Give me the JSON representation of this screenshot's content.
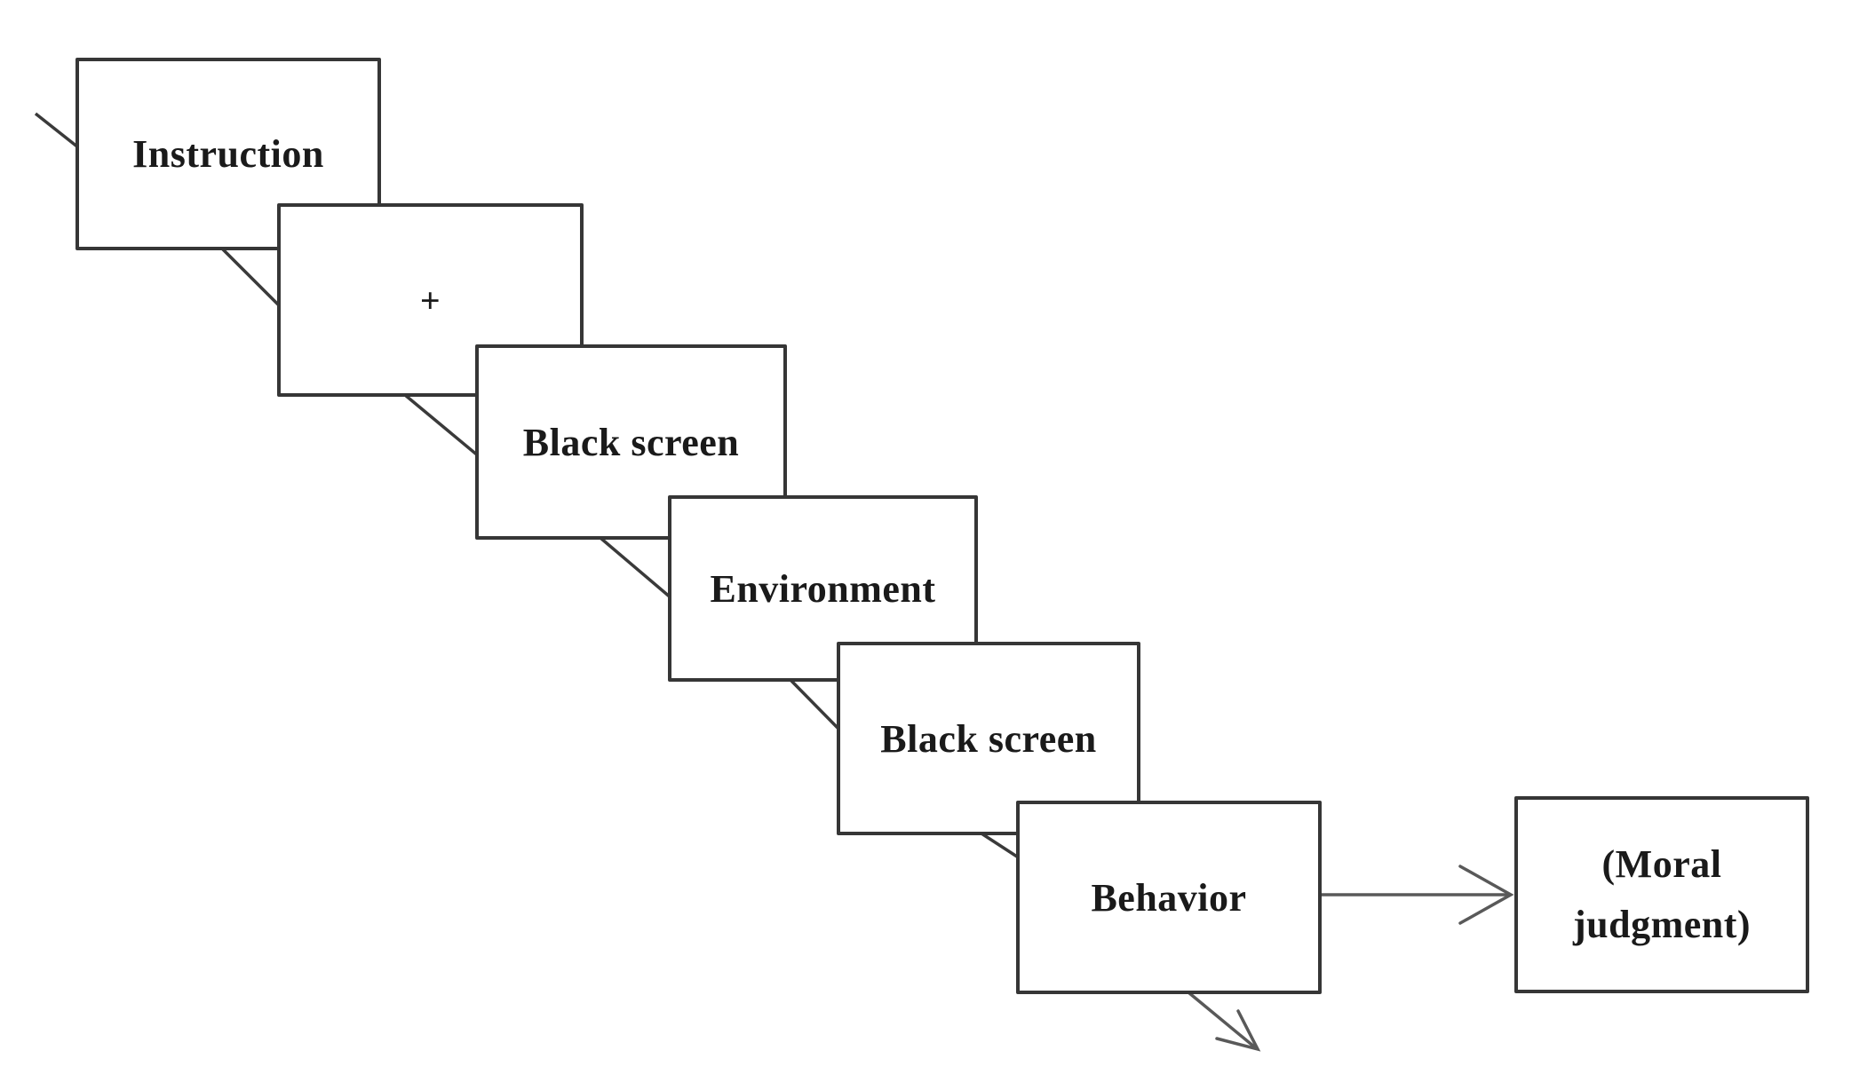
{
  "diagram": {
    "screens": [
      {
        "id": "instruction",
        "label": "Instruction"
      },
      {
        "id": "fixation",
        "label": "+"
      },
      {
        "id": "blank-1",
        "label": "Black screen"
      },
      {
        "id": "environment",
        "label": "Environment"
      },
      {
        "id": "blank-2",
        "label": "Black screen"
      },
      {
        "id": "behavior",
        "label": "Behavior"
      }
    ],
    "outcome": {
      "label_lines": [
        "(Moral",
        "judgment)"
      ]
    },
    "colors": {
      "background": "#ffffff",
      "box_border": "#363636",
      "connector_line": "#3a3a3a",
      "arrow_line": "#595959",
      "text": "#1a1a1a"
    }
  }
}
